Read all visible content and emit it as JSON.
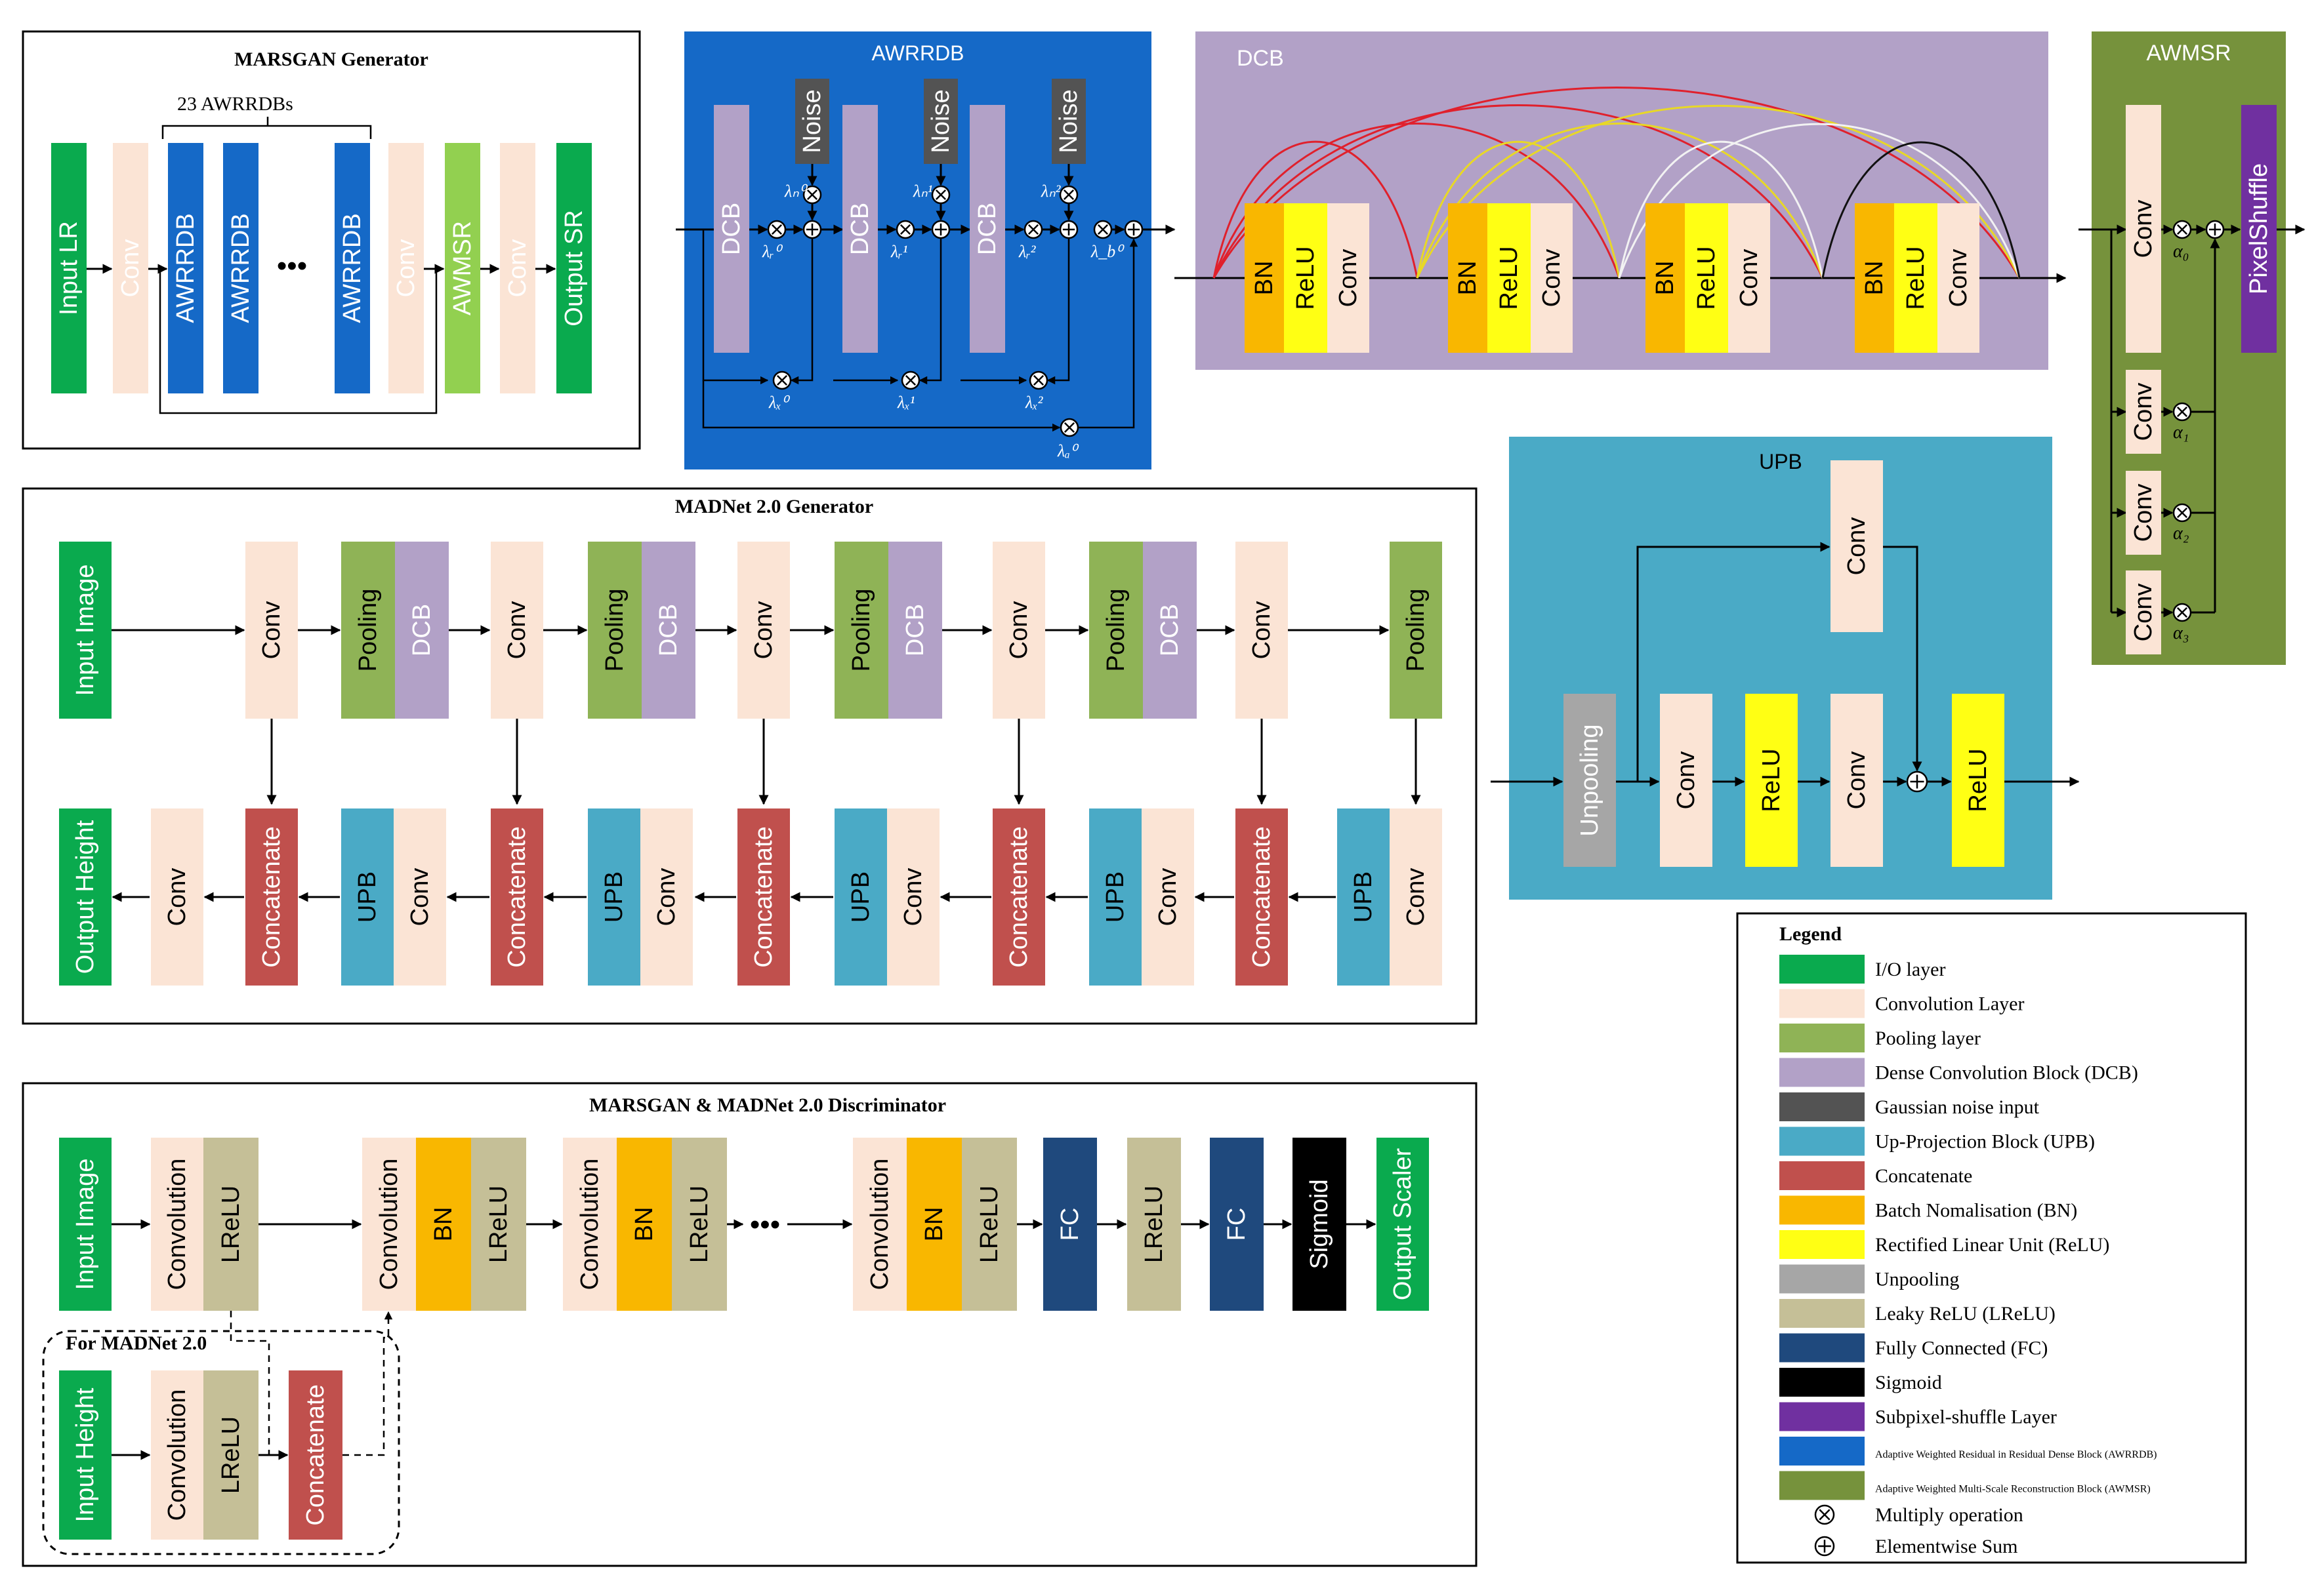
{
  "colors": {
    "io": "#0aaa4e",
    "conv": "#fbe4d5",
    "pool": "#8fb356",
    "dcb": "#b2a1c7",
    "noise": "#535353",
    "upb": "#4aaac6",
    "concat": "#c0504d",
    "bn": "#f9b700",
    "relu": "#ffff14",
    "unpool": "#a6a6a6",
    "lrelu": "#c5bf97",
    "fc": "#1f497d",
    "sigmoid": "#000000",
    "subpixel": "#7030a0",
    "awrrdb": "#1569c7",
    "awmsr": "#76923c",
    "upb_bg": "#4aaac6",
    "dcb_bg": "#b2a1c7",
    "arc_red": "#e0202c",
    "arc_yellow": "#e8d826",
    "arc_white": "#f2f2f2",
    "arc_black": "#111111"
  },
  "marsgan": {
    "title": "MARSGAN Generator",
    "brace_label": "23 AWRRDBs",
    "input": "Input LR",
    "conv": "Conv",
    "awrrdb": "AWRRDB",
    "dots": "•••",
    "awmsr": "AWMSR",
    "output": "Output SR"
  },
  "awrrdb": {
    "title": "AWRRDB",
    "dcb": "DCB",
    "noise": "Noise",
    "lambda_n": [
      "λₙ⁰",
      "λₙ¹",
      "λₙ²"
    ],
    "lambda_r": [
      "λᵣ⁰",
      "λᵣ¹",
      "λᵣ²"
    ],
    "lambda_x": [
      "λₓ⁰",
      "λₓ¹",
      "λₓ²"
    ],
    "lambda_b": "λ_b⁰",
    "lambda_a": "λₐ⁰"
  },
  "dcb_block": {
    "title": "DCB",
    "bn": "BN",
    "relu": "ReLU",
    "conv": "Conv"
  },
  "awmsr": {
    "title": "AWMSR",
    "conv": "Conv",
    "pixelshuffle": "PixelShuffle",
    "alphas": [
      "α₀",
      "α₁",
      "α₂",
      "α₃"
    ]
  },
  "upb": {
    "title": "UPB",
    "unpooling": "Unpooling",
    "conv": "Conv",
    "relu": "ReLU"
  },
  "madnet": {
    "title": "MADNet 2.0 Generator",
    "input": "Input Image",
    "output": "Output Height",
    "conv": "Conv",
    "pooling": "Pooling",
    "dcb": "DCB",
    "concat": "Concatenate",
    "upb": "UPB"
  },
  "disc": {
    "title": "MARSGAN & MADNet 2.0 Discriminator",
    "input": "Input Image",
    "convolution": "Convolution",
    "lrelu": "LReLU",
    "bn": "BN",
    "dots": "•••",
    "fc": "FC",
    "sigmoid": "Sigmoid",
    "output": "Output Scaler",
    "sub_title": "For MADNet 2.0",
    "input_height": "Input Height",
    "concat": "Concatenate"
  },
  "legend": {
    "title": "Legend",
    "items": [
      {
        "color": "#0aaa4e",
        "label": "I/O layer",
        "small": false
      },
      {
        "color": "#fbe4d5",
        "label": "Convolution Layer",
        "small": false
      },
      {
        "color": "#8fb356",
        "label": "Pooling layer",
        "small": false
      },
      {
        "color": "#b2a1c7",
        "label": "Dense Convolution Block (DCB)",
        "small": false
      },
      {
        "color": "#535353",
        "label": "Gaussian noise input",
        "small": false
      },
      {
        "color": "#4aaac6",
        "label": "Up-Projection Block (UPB)",
        "small": false
      },
      {
        "color": "#c0504d",
        "label": "Concatenate",
        "small": false
      },
      {
        "color": "#f9b700",
        "label": "Batch Nomalisation (BN)",
        "small": false
      },
      {
        "color": "#ffff14",
        "label": "Rectified Linear Unit (ReLU)",
        "small": false
      },
      {
        "color": "#a6a6a6",
        "label": "Unpooling",
        "small": false
      },
      {
        "color": "#c5bf97",
        "label": "Leaky ReLU (LReLU)",
        "small": false
      },
      {
        "color": "#1f497d",
        "label": "Fully Connected (FC)",
        "small": false
      },
      {
        "color": "#000000",
        "label": "Sigmoid",
        "small": false
      },
      {
        "color": "#7030a0",
        "label": "Subpixel-shuffle Layer",
        "small": false
      },
      {
        "color": "#1569c7",
        "label": "Adaptive Weighted Residual in Residual Dense Block (AWRRDB)",
        "small": true
      },
      {
        "color": "#76923c",
        "label": "Adaptive Weighted Multi-Scale Reconstruction Block (AWMSR)",
        "small": true
      }
    ],
    "multiply_label": "Multiply operation",
    "sum_label": "Elementwise Sum"
  }
}
